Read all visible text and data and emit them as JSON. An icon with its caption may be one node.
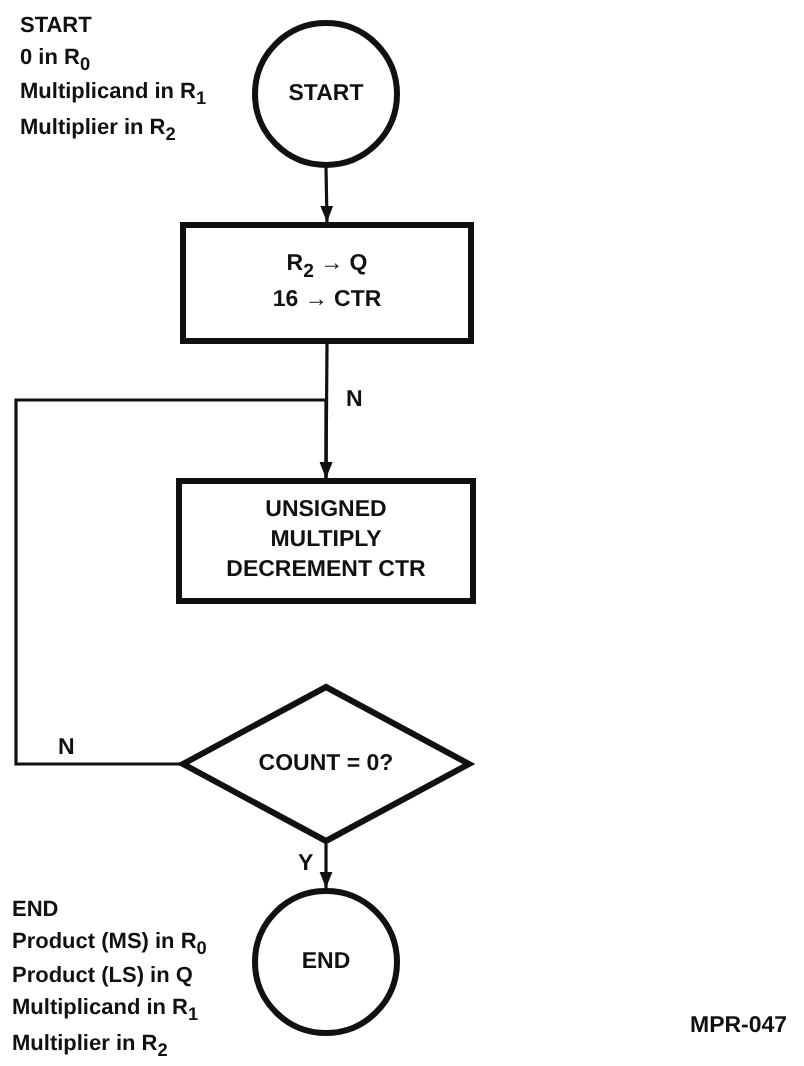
{
  "diagram": {
    "nodes": [
      {
        "text": [
          "START"
        ],
        "beside": [
          "START",
          "0 in R$_{0}$",
          "Multiplicand in R$_{1}$",
          "Multiplier in R$_{2}$"
        ]
      },
      {
        "text": [
          "R$_{2}$ → Q",
          "16 → CTR"
        ]
      },
      {
        "text": [
          "UNSIGNED MULTIPLY DECREMENT CTR"
        ]
      },
      {
        "text": [
          "COUNT = 0?"
        ]
      },
      {
        "text": [
          "END"
        ],
        "beside": [
          "END",
          "Product (MS) in R$_{0}$",
          "Product (LS) in Q",
          "Multiplicand in R$_{1}$",
          "Multiplier in R$_{2}$"
        ]
      }
    ],
    "edges": [
      {
        "from": 0,
        "to": 1,
        "arrow": "to"
      },
      {
        "from": 1,
        "to": 2,
        "arrow": "to"
      },
      {
        "from": 3,
        "to": 2,
        "arrow": "to",
        "label": "N"
      },
      {
        "from": 3,
        "to": 4,
        "arrow": "to",
        "label": "Y"
      }
    ],
    "labels": [
      "N",
      "MPR-047"
    ]
  }
}
